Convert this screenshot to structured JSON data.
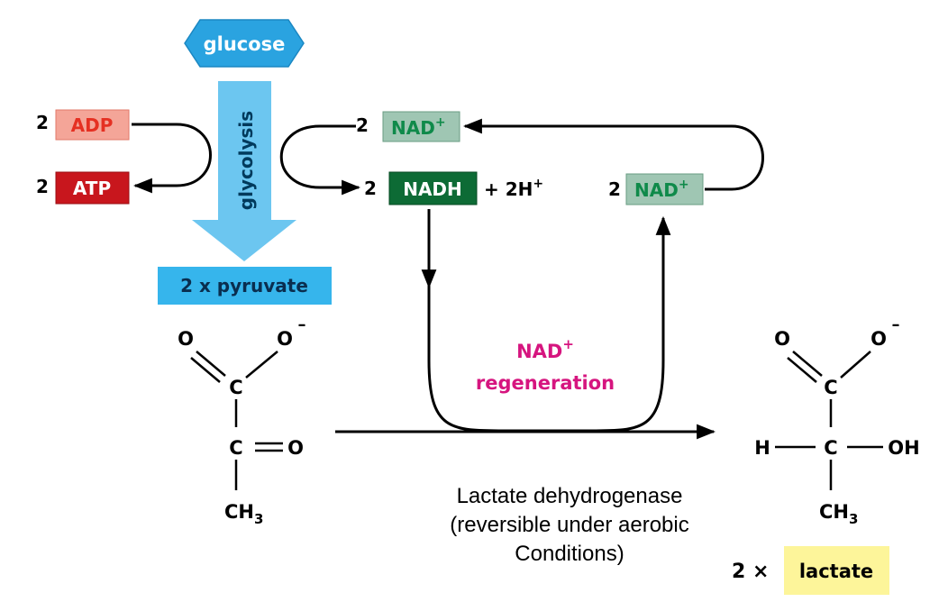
{
  "top": {
    "glucose": "glucose",
    "glycolysis": "glycolysis",
    "pyruvate_box": "2 x pyruvate"
  },
  "energy": {
    "adp_coef": "2",
    "adp": "ADP",
    "atp_coef": "2",
    "atp": "ATP"
  },
  "redox": {
    "nad_top_coef": "2",
    "nad_top": "NAD",
    "nadh_coef": "2",
    "nadh": "NADH",
    "h_plus": "+ 2H",
    "nad_right_coef": "2",
    "nad_right": "NAD",
    "plus_sup": "+"
  },
  "regeneration": {
    "line1": "NAD",
    "line2": "regeneration"
  },
  "pyruvate": {
    "o_left": "O",
    "o_right": "O",
    "charge": "–",
    "c1": "C",
    "c2": "C",
    "o_keto": "O",
    "ch3": "CH",
    "sub3": "3"
  },
  "lactate": {
    "o_left": "O",
    "o_right": "O",
    "charge": "–",
    "c1": "C",
    "c2": "C",
    "h": "H",
    "oh": "OH",
    "ch3": "CH",
    "sub3": "3"
  },
  "enzyme": {
    "line1": "Lactate dehydrogenase",
    "line2": "(reversible under aerobic",
    "line3": "Conditions)"
  },
  "product": {
    "coef": "2 ×",
    "name": "lactate"
  },
  "colors": {
    "glucose_blue": "#2aa3e0",
    "glycolysis_blue": "#6cc6f0",
    "adp_fill": "#f4a598",
    "adp_text": "#e53022",
    "atp_fill": "#c8161d",
    "nad_fill": "#9fc6b3",
    "nad_text": "#0f8a4a",
    "nadh_fill": "#0d6b35",
    "magenta": "#d6157f",
    "lactate_yellow": "#fdf59a"
  }
}
